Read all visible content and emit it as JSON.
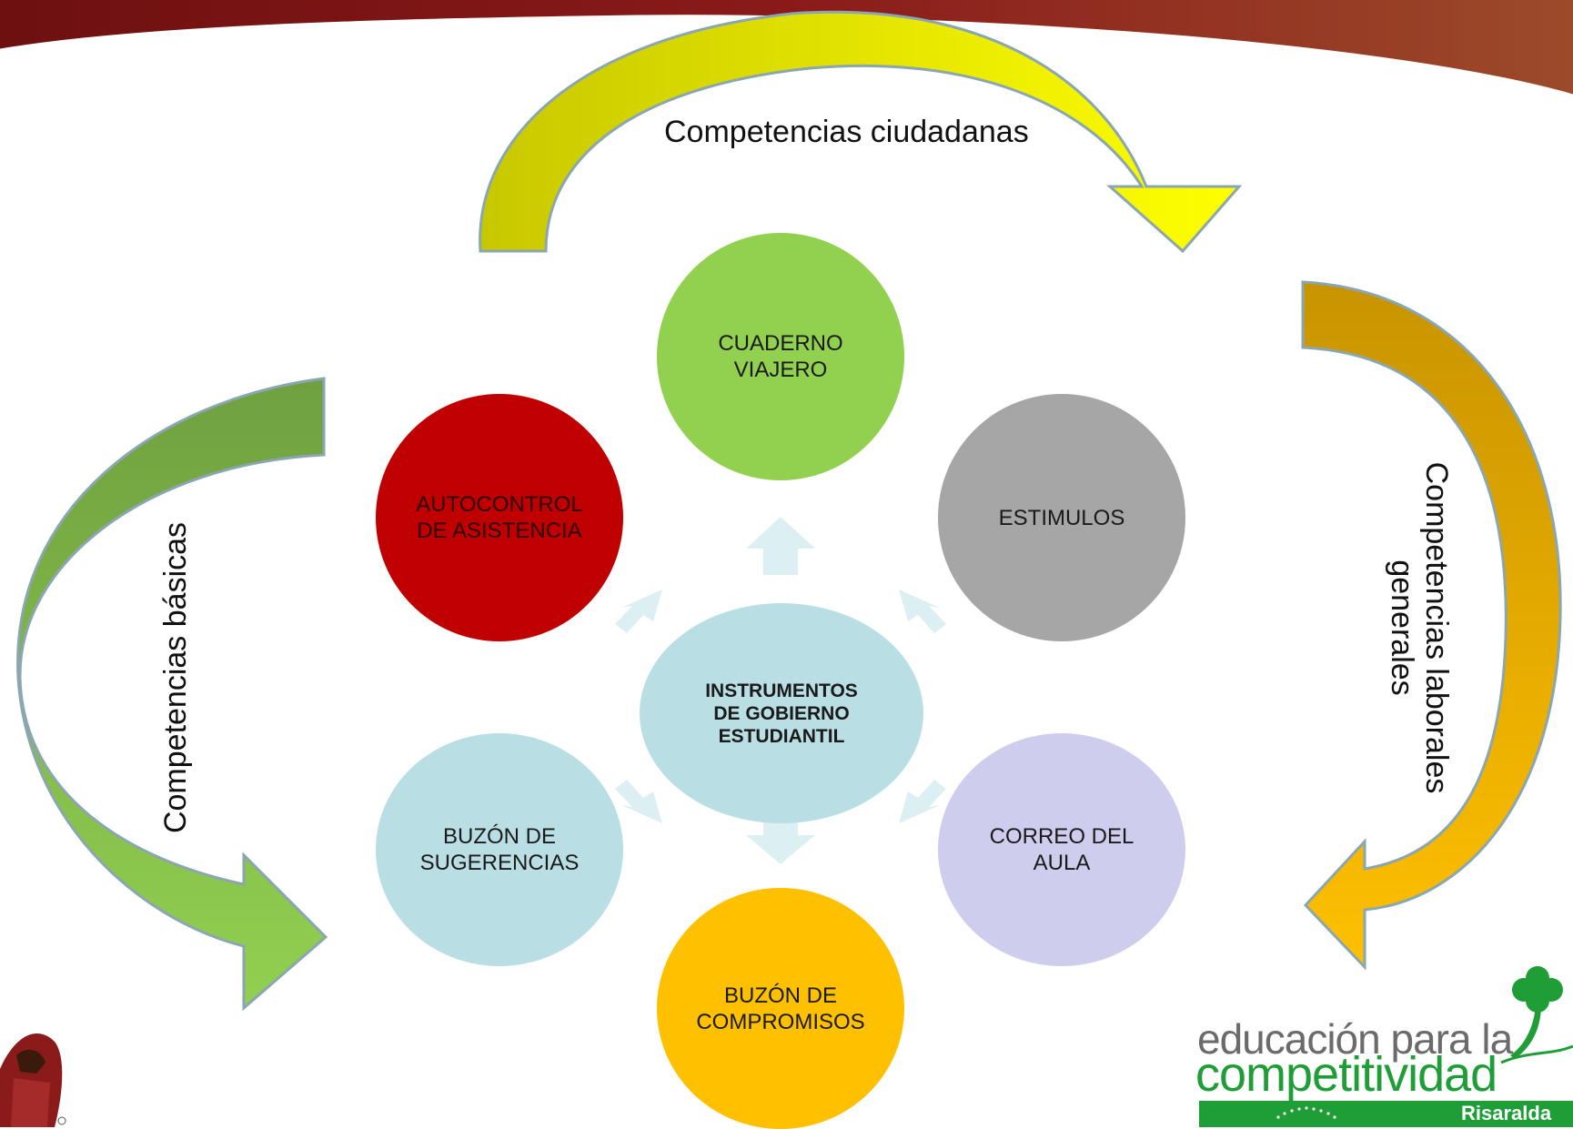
{
  "labels": {
    "top": "Competencias ciudadanas",
    "left": "Competencias básicas",
    "right_line1": "Competencias laborales",
    "right_line2": "generales"
  },
  "center": {
    "text": "INSTRUMENTOS\nDE GOBIERNO\nESTUDIANTIL",
    "color": "#b9dfe5"
  },
  "nodes": [
    {
      "id": "cuaderno",
      "text": "CUADERNO\nVIAJERO",
      "color": "#92d050"
    },
    {
      "id": "estimulos",
      "text": "ESTIMULOS",
      "color": "#a6a6a6"
    },
    {
      "id": "correo",
      "text": "CORREO DEL\nAULA",
      "color": "#cfcdee"
    },
    {
      "id": "compromisos",
      "text": "BUZÓN DE\nCOMPROMISOS",
      "color": "#ffc000"
    },
    {
      "id": "sugerencias",
      "text": "BUZÓN DE\nSUGERENCIAS",
      "color": "#b9dfe5"
    },
    {
      "id": "autocontrol",
      "text": "AUTOCONTROL\nDE ASISTENCIA",
      "color": "#c00000"
    }
  ],
  "logo": {
    "line1": "educación para la",
    "line2": "competitividad",
    "region": "Risaralda",
    "brand_color": "#1f9e38"
  },
  "colors": {
    "banner": "#7a1616",
    "arrow_top": "#d4d400",
    "arrow_left": "#92d050",
    "arrow_right": "#e6a800",
    "connector": "#dceff2"
  }
}
